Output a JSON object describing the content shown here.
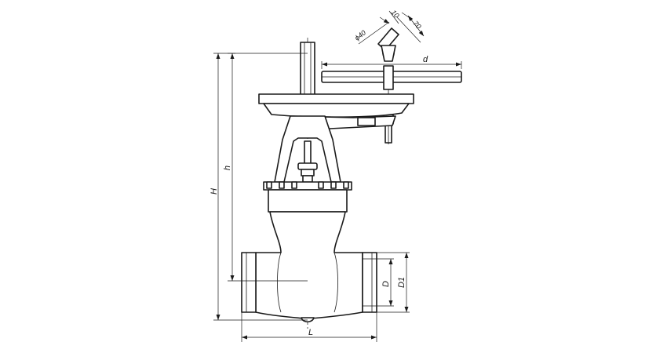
{
  "diagram": {
    "labels": {
      "H": "H",
      "h": "h",
      "L": "L",
      "D": "D",
      "D1": "D1",
      "d": "d",
      "phi40": "ϕ40",
      "dim10": "10",
      "dim70": "70"
    }
  }
}
